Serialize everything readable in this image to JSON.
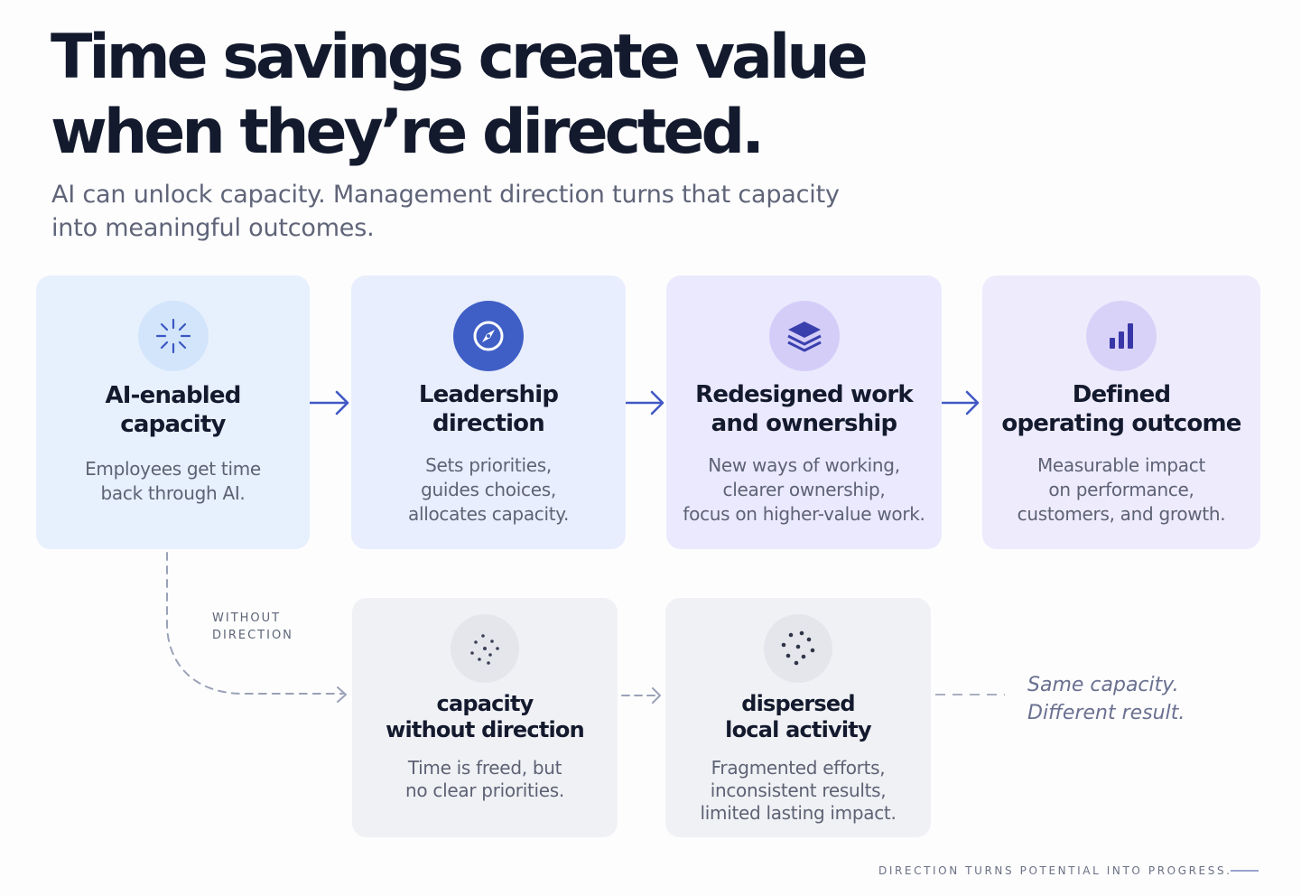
{
  "header": {
    "title_line1": "Time savings create value",
    "title_line2": "when they’re directed.",
    "subtitle_line1": "AI can unlock capacity. Management direction turns that capacity",
    "subtitle_line2": "into meaningful outcomes."
  },
  "flow": [
    {
      "icon": "sparkle-icon",
      "title": [
        "AI-enabled",
        "capacity"
      ],
      "desc": [
        "Employees get time",
        "back through AI."
      ]
    },
    {
      "icon": "compass-icon",
      "title": [
        "Leadership",
        "direction"
      ],
      "desc": [
        "Sets priorities,",
        "guides choices,",
        "allocates capacity."
      ]
    },
    {
      "icon": "layers-icon",
      "title": [
        "Redesigned work",
        "and ownership"
      ],
      "desc": [
        "New ways of working,",
        "clearer ownership,",
        "focus on higher-value work."
      ]
    },
    {
      "icon": "bar-chart-icon",
      "title": [
        "Defined",
        "operating outcome"
      ],
      "desc": [
        "Measurable impact",
        "on performance,",
        "customers, and growth."
      ]
    }
  ],
  "branch": {
    "label": [
      "WITHOUT",
      "DIRECTION"
    ],
    "cards": [
      {
        "icon": "scattered-dots-icon",
        "title": [
          "capacity",
          "without direction"
        ],
        "desc": [
          "Time is freed, but",
          "no clear priorities."
        ]
      },
      {
        "icon": "dispersed-dots-icon",
        "title": [
          "dispersed",
          "local activity"
        ],
        "desc": [
          "Fragmented efforts,",
          "inconsistent results,",
          "limited lasting impact."
        ]
      }
    ],
    "note": [
      "Same capacity.",
      "Different result."
    ]
  },
  "footer": {
    "text": "DIRECTION TURNS POTENTIAL INTO PROGRESS."
  },
  "colors": {
    "arrow": "#4159c4",
    "dashed": "#9aa2b7",
    "title": "#131a2d",
    "accent": "#3f5fc6"
  }
}
